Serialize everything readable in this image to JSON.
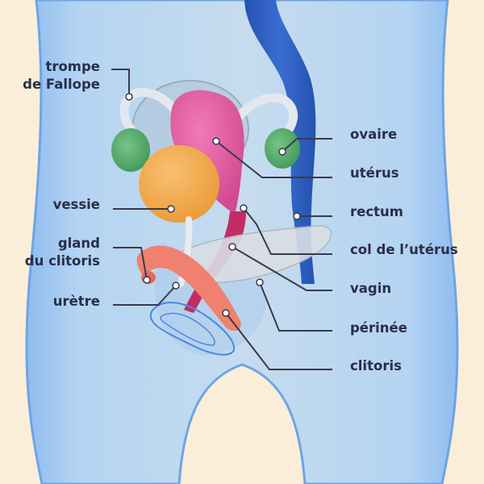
{
  "colors": {
    "background": "#fbeed8",
    "body": "#a9cdf0",
    "body_edge": "#6ea4e6",
    "rectum": "#2f5fc0",
    "uterus": "#e45a9e",
    "ovary": "#58b06a",
    "bladder": "#f4ac4c",
    "clitoris": "#f08070",
    "vagina": "#c32c64",
    "label_text": "#2b2d4a",
    "leader": "#3a3a4a"
  },
  "labels": {
    "fallopian_tube": [
      "trompe",
      "de Fallope"
    ],
    "bladder": "vessie",
    "glans": [
      "gland",
      "du clitoris"
    ],
    "urethra": "urètre",
    "ovary": "ovaire",
    "uterus": "utérus",
    "rectum": "rectum",
    "cervix": "col de l’utérus",
    "vagina": "vagin",
    "perineum": "périnée",
    "clitoris": "clitoris"
  }
}
